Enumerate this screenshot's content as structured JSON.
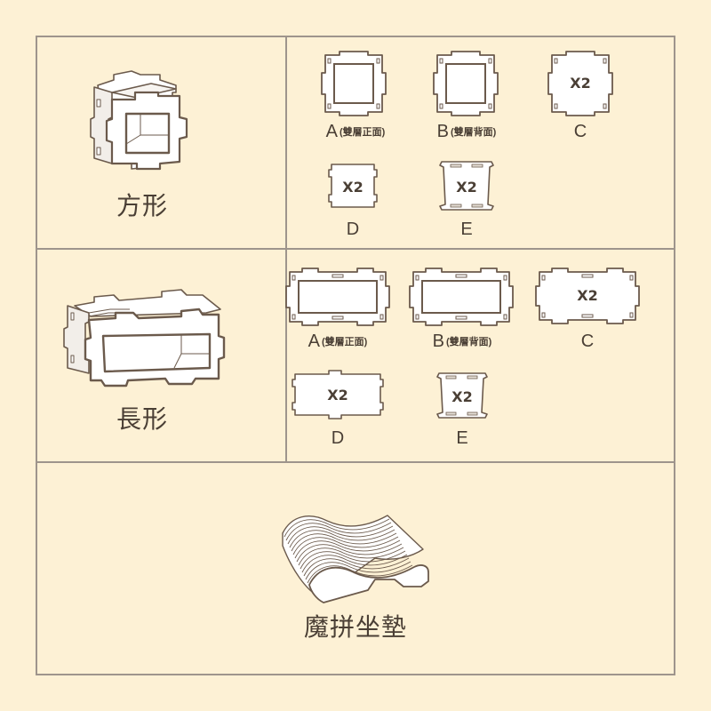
{
  "colors": {
    "background": "#fdf1d5",
    "border": "#9e958c",
    "piece_fill": "#ffffff",
    "piece_edge": "#6b5a4c",
    "text": "#4a3f35"
  },
  "sections": {
    "square": {
      "title": "方形",
      "pieces": [
        {
          "letter": "A",
          "note": "(雙層正面)",
          "qty": ""
        },
        {
          "letter": "B",
          "note": "(雙層背面)",
          "qty": ""
        },
        {
          "letter": "C",
          "note": "",
          "qty": "X2"
        },
        {
          "letter": "D",
          "note": "",
          "qty": "X2"
        },
        {
          "letter": "E",
          "note": "",
          "qty": "X2"
        }
      ]
    },
    "rect": {
      "title": "長形",
      "pieces": [
        {
          "letter": "A",
          "note": "(雙層正面)",
          "qty": ""
        },
        {
          "letter": "B",
          "note": "(雙層背面)",
          "qty": ""
        },
        {
          "letter": "C",
          "note": "",
          "qty": "X2"
        },
        {
          "letter": "D",
          "note": "",
          "qty": "X2"
        },
        {
          "letter": "E",
          "note": "",
          "qty": "X2"
        }
      ]
    },
    "cushion": {
      "title": "魔拼坐墊"
    }
  }
}
